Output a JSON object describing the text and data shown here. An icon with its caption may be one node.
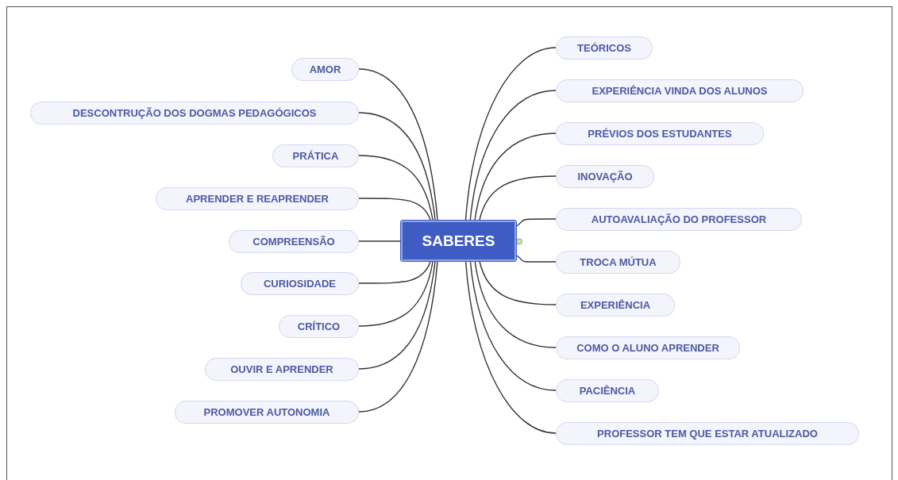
{
  "diagram": {
    "nodes": [
      {
        "text": [
          "SABERES"
        ]
      },
      {
        "text": [
          "AMOR"
        ]
      },
      {
        "text": [
          "DESCONTRUÇÃO DOS DOGMAS PEDAGÓGICOS"
        ]
      },
      {
        "text": [
          "PRÁTICA"
        ]
      },
      {
        "text": [
          "APRENDER E REAPRENDER"
        ]
      },
      {
        "text": [
          "COMPREENSÃO"
        ]
      },
      {
        "text": [
          "CURIOSIDADE"
        ]
      },
      {
        "text": [
          "CRÍTICO"
        ]
      },
      {
        "text": [
          "OUVIR E APRENDER"
        ]
      },
      {
        "text": [
          "PROMOVER AUTONOMIA"
        ]
      },
      {
        "text": [
          "TEÓRICOS"
        ]
      },
      {
        "text": [
          "EXPERIÊNCIA VINDA DOS ALUNOS"
        ]
      },
      {
        "text": [
          "PRÉVIOS DOS ESTUDANTES"
        ]
      },
      {
        "text": [
          "INOVAÇÃO"
        ]
      },
      {
        "text": [
          "AUTOAVALIAÇÃO DO PROFESSOR"
        ]
      },
      {
        "text": [
          "TROCA MÚTUA"
        ]
      },
      {
        "text": [
          "EXPERIÊNCIA"
        ]
      },
      {
        "text": [
          "COMO O ALUNO APRENDER"
        ]
      },
      {
        "text": [
          "PACIÊNCIA"
        ]
      },
      {
        "text": [
          "PROFESSOR TEM QUE ESTAR ATUALIZADO"
        ]
      }
    ],
    "edges": [
      {
        "from": 0,
        "to": 1,
        "arrow": "none"
      },
      {
        "from": 0,
        "to": 2,
        "arrow": "none"
      },
      {
        "from": 0,
        "to": 3,
        "arrow": "none"
      },
      {
        "from": 0,
        "to": 4,
        "arrow": "none"
      },
      {
        "from": 0,
        "to": 5,
        "arrow": "none"
      },
      {
        "from": 0,
        "to": 6,
        "arrow": "none"
      },
      {
        "from": 0,
        "to": 7,
        "arrow": "none"
      },
      {
        "from": 0,
        "to": 8,
        "arrow": "none"
      },
      {
        "from": 0,
        "to": 9,
        "arrow": "none"
      },
      {
        "from": 0,
        "to": 10,
        "arrow": "none"
      },
      {
        "from": 0,
        "to": 11,
        "arrow": "none"
      },
      {
        "from": 0,
        "to": 12,
        "arrow": "none"
      },
      {
        "from": 0,
        "to": 13,
        "arrow": "none"
      },
      {
        "from": 0,
        "to": 14,
        "arrow": "none"
      },
      {
        "from": 0,
        "to": 15,
        "arrow": "none"
      },
      {
        "from": 0,
        "to": 16,
        "arrow": "none"
      },
      {
        "from": 0,
        "to": 17,
        "arrow": "none"
      },
      {
        "from": 0,
        "to": 18,
        "arrow": "none"
      },
      {
        "from": 0,
        "to": 19,
        "arrow": "none"
      }
    ]
  }
}
